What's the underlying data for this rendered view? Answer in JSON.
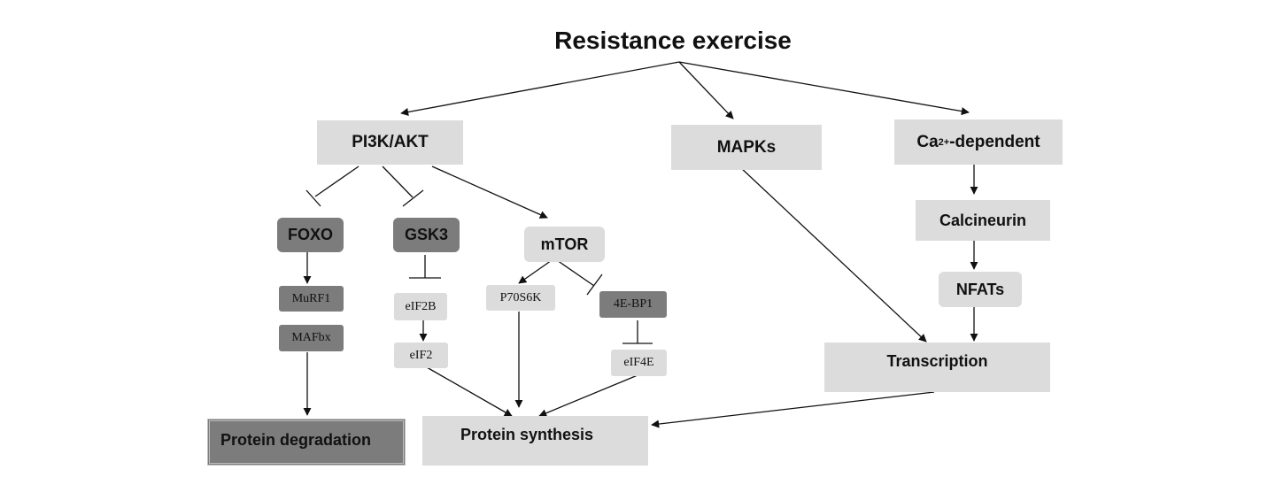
{
  "title": "Resistance exercise",
  "nodes": {
    "pi3k": "PI3K/AKT",
    "mapks": "MAPKs",
    "ca_prefix": "Ca",
    "ca_sup": "2+",
    "ca_suffix": "-dependent",
    "foxo": "FOXO",
    "gsk3": "GSK3",
    "mtor": "mTOR",
    "calcineurin": "Calcineurin",
    "murf1": "MuRF1",
    "mafbx": "MAFbx",
    "eif2b": "eIF2B",
    "p70s6k": "P70S6K",
    "fourebp1": "4E-BP1",
    "nfats": "NFATs",
    "eif2": "eIF2",
    "eif4e": "eIF4E",
    "transcription": "Transcription",
    "protein_degradation": "Protein degradation",
    "protein_synthesis": "Protein synthesis"
  },
  "colors": {
    "light_box": "#dcdcdc",
    "dark_box": "#7c7c7c",
    "line": "#111111"
  }
}
